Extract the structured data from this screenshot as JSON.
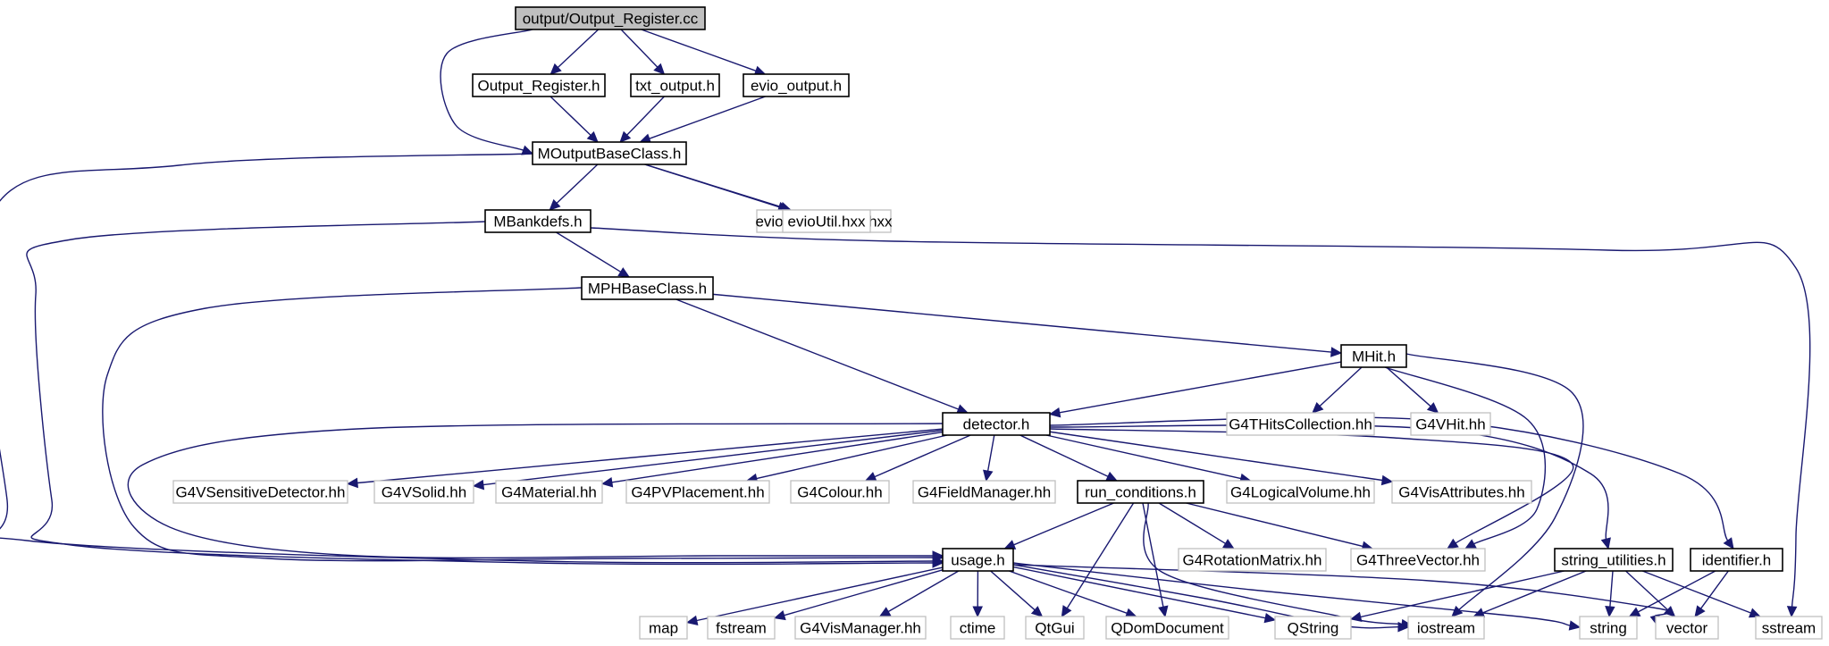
{
  "colors": {
    "edge": "#191970",
    "focus_fill": "#bfbfbf",
    "doc_border": "#000000",
    "external_border": "#bfbfbf"
  },
  "nodes": [
    {
      "id": "root",
      "label": "output/Output_Register.cc",
      "kind": "focus"
    },
    {
      "id": "reg",
      "label": "Output_Register.h",
      "kind": "doc"
    },
    {
      "id": "txt",
      "label": "txt_output.h",
      "kind": "doc"
    },
    {
      "id": "evio",
      "label": "evio_output.h",
      "kind": "doc"
    },
    {
      "id": "mob",
      "label": "MOutputBaseClass.h",
      "kind": "doc"
    },
    {
      "id": "mbank",
      "label": "MBankdefs.h",
      "kind": "doc"
    },
    {
      "id": "efc",
      "label": "evioFileChannel.hxx",
      "kind": "ext"
    },
    {
      "id": "eu",
      "label": "evioUtil.hxx",
      "kind": "ext"
    },
    {
      "id": "mph",
      "label": "MPHBaseClass.h",
      "kind": "doc"
    },
    {
      "id": "mhit",
      "label": "MHit.h",
      "kind": "doc"
    },
    {
      "id": "det",
      "label": "detector.h",
      "kind": "doc"
    },
    {
      "id": "g4thc",
      "label": "G4THitsCollection.hh",
      "kind": "ext"
    },
    {
      "id": "g4vhit",
      "label": "G4VHit.hh",
      "kind": "ext"
    },
    {
      "id": "g4vsd",
      "label": "G4VSensitiveDetector.hh",
      "kind": "ext"
    },
    {
      "id": "g4vs",
      "label": "G4VSolid.hh",
      "kind": "ext"
    },
    {
      "id": "g4mat",
      "label": "G4Material.hh",
      "kind": "ext"
    },
    {
      "id": "g4pv",
      "label": "G4PVPlacement.hh",
      "kind": "ext"
    },
    {
      "id": "g4col",
      "label": "G4Colour.hh",
      "kind": "ext"
    },
    {
      "id": "g4fm",
      "label": "G4FieldManager.hh",
      "kind": "ext"
    },
    {
      "id": "runc",
      "label": "run_conditions.h",
      "kind": "doc"
    },
    {
      "id": "g4lv",
      "label": "G4LogicalVolume.hh",
      "kind": "ext"
    },
    {
      "id": "g4va",
      "label": "G4VisAttributes.hh",
      "kind": "ext"
    },
    {
      "id": "g4rm",
      "label": "G4RotationMatrix.hh",
      "kind": "ext"
    },
    {
      "id": "g4tv",
      "label": "G4ThreeVector.hh",
      "kind": "ext"
    },
    {
      "id": "strutil",
      "label": "string_utilities.h",
      "kind": "doc"
    },
    {
      "id": "ident",
      "label": "identifier.h",
      "kind": "doc"
    },
    {
      "id": "usage",
      "label": "usage.h",
      "kind": "doc"
    },
    {
      "id": "map",
      "label": "map",
      "kind": "ext"
    },
    {
      "id": "fstream",
      "label": "fstream",
      "kind": "ext"
    },
    {
      "id": "g4vm",
      "label": "G4VisManager.hh",
      "kind": "ext"
    },
    {
      "id": "ctime",
      "label": "ctime",
      "kind": "ext"
    },
    {
      "id": "qtgui",
      "label": "QtGui",
      "kind": "ext"
    },
    {
      "id": "qdom",
      "label": "QDomDocument",
      "kind": "ext"
    },
    {
      "id": "qstring",
      "label": "QString",
      "kind": "ext"
    },
    {
      "id": "iostream",
      "label": "iostream",
      "kind": "ext"
    },
    {
      "id": "string",
      "label": "string",
      "kind": "ext"
    },
    {
      "id": "vector",
      "label": "vector",
      "kind": "ext"
    },
    {
      "id": "sstream",
      "label": "sstream",
      "kind": "ext"
    }
  ],
  "edges": [
    [
      "root",
      "reg"
    ],
    [
      "root",
      "txt"
    ],
    [
      "root",
      "evio"
    ],
    [
      "root",
      "mob"
    ],
    [
      "reg",
      "mob"
    ],
    [
      "txt",
      "mob"
    ],
    [
      "evio",
      "mob"
    ],
    [
      "mob",
      "mbank"
    ],
    [
      "mob",
      "efc"
    ],
    [
      "mob",
      "eu"
    ],
    [
      "mob",
      "usage"
    ],
    [
      "mbank",
      "mph"
    ],
    [
      "mbank",
      "sstream"
    ],
    [
      "mbank",
      "usage"
    ],
    [
      "mph",
      "det"
    ],
    [
      "mph",
      "mhit"
    ],
    [
      "mph",
      "usage"
    ],
    [
      "mhit",
      "det"
    ],
    [
      "mhit",
      "g4thc"
    ],
    [
      "mhit",
      "g4vhit"
    ],
    [
      "mhit",
      "g4tv"
    ],
    [
      "mhit",
      "iostream"
    ],
    [
      "det",
      "g4vsd"
    ],
    [
      "det",
      "g4vs"
    ],
    [
      "det",
      "g4mat"
    ],
    [
      "det",
      "g4pv"
    ],
    [
      "det",
      "g4col"
    ],
    [
      "det",
      "g4fm"
    ],
    [
      "det",
      "runc"
    ],
    [
      "det",
      "g4lv"
    ],
    [
      "det",
      "g4va"
    ],
    [
      "det",
      "g4tv"
    ],
    [
      "det",
      "strutil"
    ],
    [
      "det",
      "ident"
    ],
    [
      "det",
      "usage"
    ],
    [
      "runc",
      "usage"
    ],
    [
      "runc",
      "g4rm"
    ],
    [
      "runc",
      "g4tv"
    ],
    [
      "runc",
      "qtgui"
    ],
    [
      "runc",
      "qdom"
    ],
    [
      "runc",
      "iostream"
    ],
    [
      "strutil",
      "qstring"
    ],
    [
      "strutil",
      "iostream"
    ],
    [
      "strutil",
      "string"
    ],
    [
      "strutil",
      "vector"
    ],
    [
      "strutil",
      "sstream"
    ],
    [
      "ident",
      "string"
    ],
    [
      "ident",
      "vector"
    ],
    [
      "usage",
      "map"
    ],
    [
      "usage",
      "fstream"
    ],
    [
      "usage",
      "g4vm"
    ],
    [
      "usage",
      "ctime"
    ],
    [
      "usage",
      "qtgui"
    ],
    [
      "usage",
      "qdom"
    ],
    [
      "usage",
      "qstring"
    ],
    [
      "usage",
      "iostream"
    ],
    [
      "usage",
      "string"
    ],
    [
      "usage",
      "vector"
    ]
  ]
}
